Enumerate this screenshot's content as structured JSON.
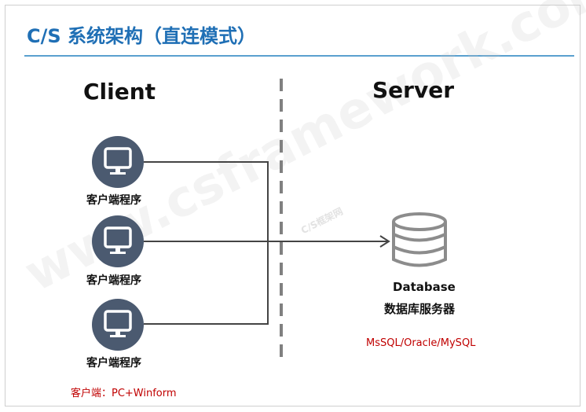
{
  "title": "C/S 系统架构（直连模式）",
  "sections": {
    "client_heading": "Client",
    "server_heading": "Server"
  },
  "clients": [
    {
      "label": "客户端程序",
      "icon": "monitor-icon"
    },
    {
      "label": "客户端程序",
      "icon": "monitor-icon"
    },
    {
      "label": "客户端程序",
      "icon": "monitor-icon"
    }
  ],
  "server": {
    "icon": "database-icon",
    "label_en": "Database",
    "label_cn": "数据库服务器",
    "db_types": "MsSQL/Oracle/MySQL"
  },
  "client_note": "客户端：PC+Winform",
  "watermark": {
    "main": "www.csframework.com",
    "sub": "C/S框架网"
  },
  "colors": {
    "title": "#1f6fb5",
    "rule": "#5aa0cf",
    "icon_bg": "#4b5a70",
    "accent_red": "#c00000",
    "connector": "#444444",
    "divider": "#808080"
  }
}
